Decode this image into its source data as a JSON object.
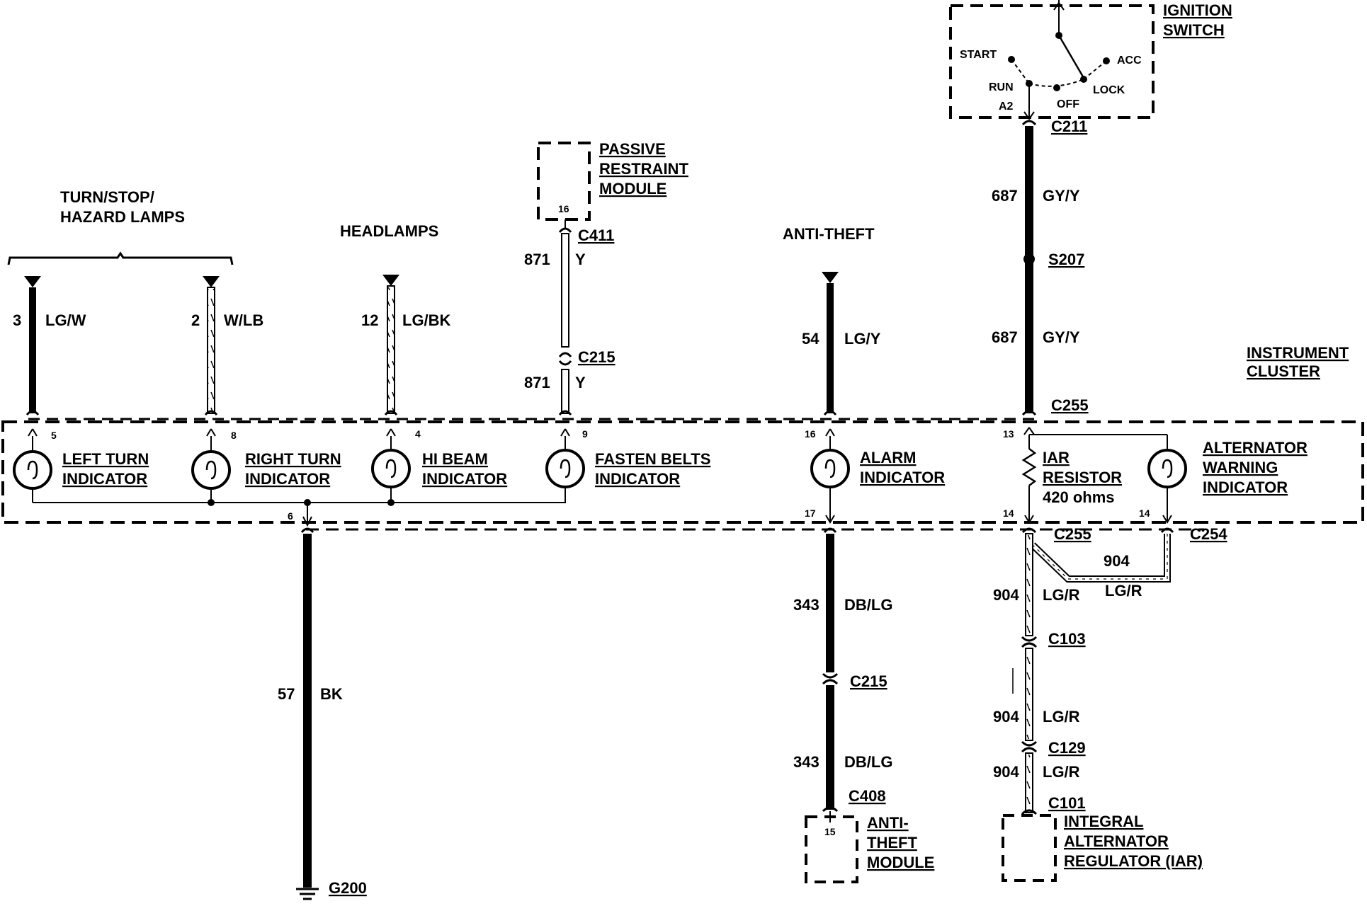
{
  "sections": {
    "turn_stop_hazard": [
      "TURN/STOP/",
      "HAZARD LAMPS"
    ],
    "headlamps": "HEADLAMPS",
    "anti_theft": "ANTI-THEFT",
    "instrument_cluster": [
      "INSTRUMENT",
      "CLUSTER"
    ],
    "ignition_switch": [
      "IGNITION",
      "SWITCH"
    ],
    "passive_restraint": [
      "PASSIVE",
      "RESTRAINT",
      "MODULE"
    ],
    "anti_theft_module": [
      "ANTI-",
      "THEFT",
      "MODULE"
    ],
    "iar": [
      "INTEGRAL",
      "ALTERNATOR",
      "REGULATOR (IAR)"
    ]
  },
  "ignition": {
    "start": "START",
    "run": "RUN",
    "a2": "A2",
    "off": "OFF",
    "lock": "LOCK",
    "acc": "ACC"
  },
  "indicators": {
    "left_turn": [
      "LEFT TURN",
      "INDICATOR"
    ],
    "right_turn": [
      "RIGHT TURN",
      "INDICATOR"
    ],
    "hi_beam": [
      "HI BEAM",
      "INDICATOR"
    ],
    "fasten_belts": [
      "FASTEN BELTS",
      "INDICATOR"
    ],
    "alarm": [
      "ALARM",
      "INDICATOR"
    ],
    "alternator": [
      "ALTERNATOR",
      "WARNING",
      "INDICATOR"
    ],
    "iar_resistor": [
      "IAR",
      "RESISTOR",
      "420 ohms"
    ]
  },
  "wires": {
    "w3": {
      "num": "3",
      "color": "LG/W"
    },
    "w2": {
      "num": "2",
      "color": "W/LB"
    },
    "w12": {
      "num": "12",
      "color": "LG/BK"
    },
    "w871a": {
      "num": "871",
      "color": "Y"
    },
    "w871b": {
      "num": "871",
      "color": "Y"
    },
    "w54": {
      "num": "54",
      "color": "LG/Y"
    },
    "w687a": {
      "num": "687",
      "color": "GY/Y"
    },
    "w687b": {
      "num": "687",
      "color": "GY/Y"
    },
    "w57": {
      "num": "57",
      "color": "BK"
    },
    "w343a": {
      "num": "343",
      "color": "DB/LG"
    },
    "w343b": {
      "num": "343",
      "color": "DB/LG"
    },
    "w904a": {
      "num": "904",
      "color": "LG/R"
    },
    "w904b": {
      "num": "904",
      "color": "LG/R"
    },
    "w904c": {
      "num": "904",
      "color": "LG/R"
    },
    "w904d": {
      "num": "904",
      "color": "LG/R"
    }
  },
  "connectors": {
    "c211": "C211",
    "s207": "S207",
    "c255_top": "C255",
    "c255_bot": "C255",
    "c254": "C254",
    "c411": "C411",
    "c215_a": "C215",
    "c215_b": "C215",
    "c103": "C103",
    "c129": "C129",
    "c101": "C101",
    "c408": "C408",
    "g200": "G200"
  },
  "pins": {
    "p_left": "5",
    "p_right": "8",
    "p_hibeam": "4",
    "p_belts": "9",
    "p_alarm": "16",
    "p_iar13": "13",
    "p_gnd6": "6",
    "p_alarm17": "17",
    "p_iar14": "14",
    "p_alt14": "14",
    "p_prm16": "16",
    "p_atm15": "15"
  }
}
